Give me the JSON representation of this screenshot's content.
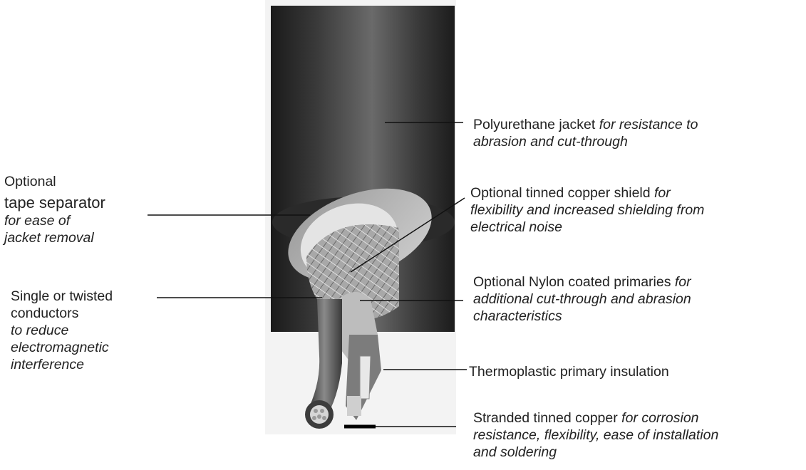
{
  "labels": {
    "jacket": {
      "main": "Polyurethane jacket",
      "italic_1": "for resistance to",
      "italic_2": "abrasion and cut-through"
    },
    "tape": {
      "main_1": "Optional",
      "main_2": "tape separator",
      "italic_1": "for ease of",
      "italic_2": "jacket removal"
    },
    "shield": {
      "main": "Optional tinned copper shield",
      "italic_1": "for",
      "italic_2": "flexibility and increased shielding from",
      "italic_3": "electrical noise"
    },
    "conductors": {
      "main_1": "Single or twisted",
      "main_2": "conductors",
      "italic_1": "to reduce",
      "italic_2": "electromagnetic",
      "italic_3": "interference"
    },
    "nylon": {
      "main": "Optional Nylon coated primaries",
      "italic_1": "for",
      "italic_2": "additional cut-through and abrasion",
      "italic_3": "characteristics"
    },
    "insulation": {
      "main": "Thermoplastic primary insulation"
    },
    "stranded": {
      "main": "Stranded tinned copper",
      "italic_1": "for corrosion",
      "italic_2": "resistance, flexibility, ease of installation",
      "italic_3": "and soldering"
    }
  },
  "colors": {
    "text": "#222222",
    "leader": "#111111",
    "jacket_dark": "#1a1a1a",
    "jacket_mid": "#5a5a5a"
  }
}
